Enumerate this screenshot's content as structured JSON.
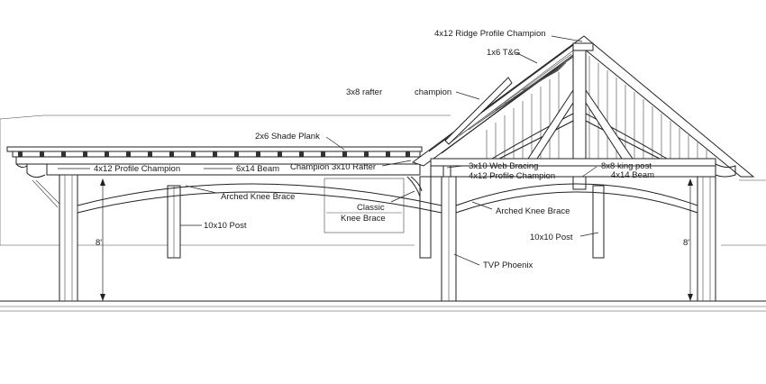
{
  "labels": {
    "ridge_profile": "4x12 Ridge Profile Champion",
    "tg": "1x6 T&G",
    "rafter_3x8": "3x8 rafter",
    "champion": "champion",
    "shade_plank": "2x6 Shade Plank",
    "profile_champion_left": "4x12 Profile Champion",
    "beam_6x14": "6x14 Beam",
    "champion_rafter": "Champion 3x10 Rafter",
    "web_bracing": "3x10 Web Bracing",
    "profile_champion_right": "4x12 Profile Champion",
    "king_post": "8x8 king post",
    "beam_4x14": "4x14 Beam",
    "arched_knee_left": "Arched Knee Brace",
    "classic_knee_1": "Classic",
    "classic_knee_2": "Knee Brace",
    "arched_knee_right": "Arched Knee Brace",
    "post_left": "10x10 Post",
    "post_right": "10x10 Post",
    "tvp_phoenix": "TVP Phoenix",
    "height_left": "8'",
    "height_right": "8'"
  }
}
